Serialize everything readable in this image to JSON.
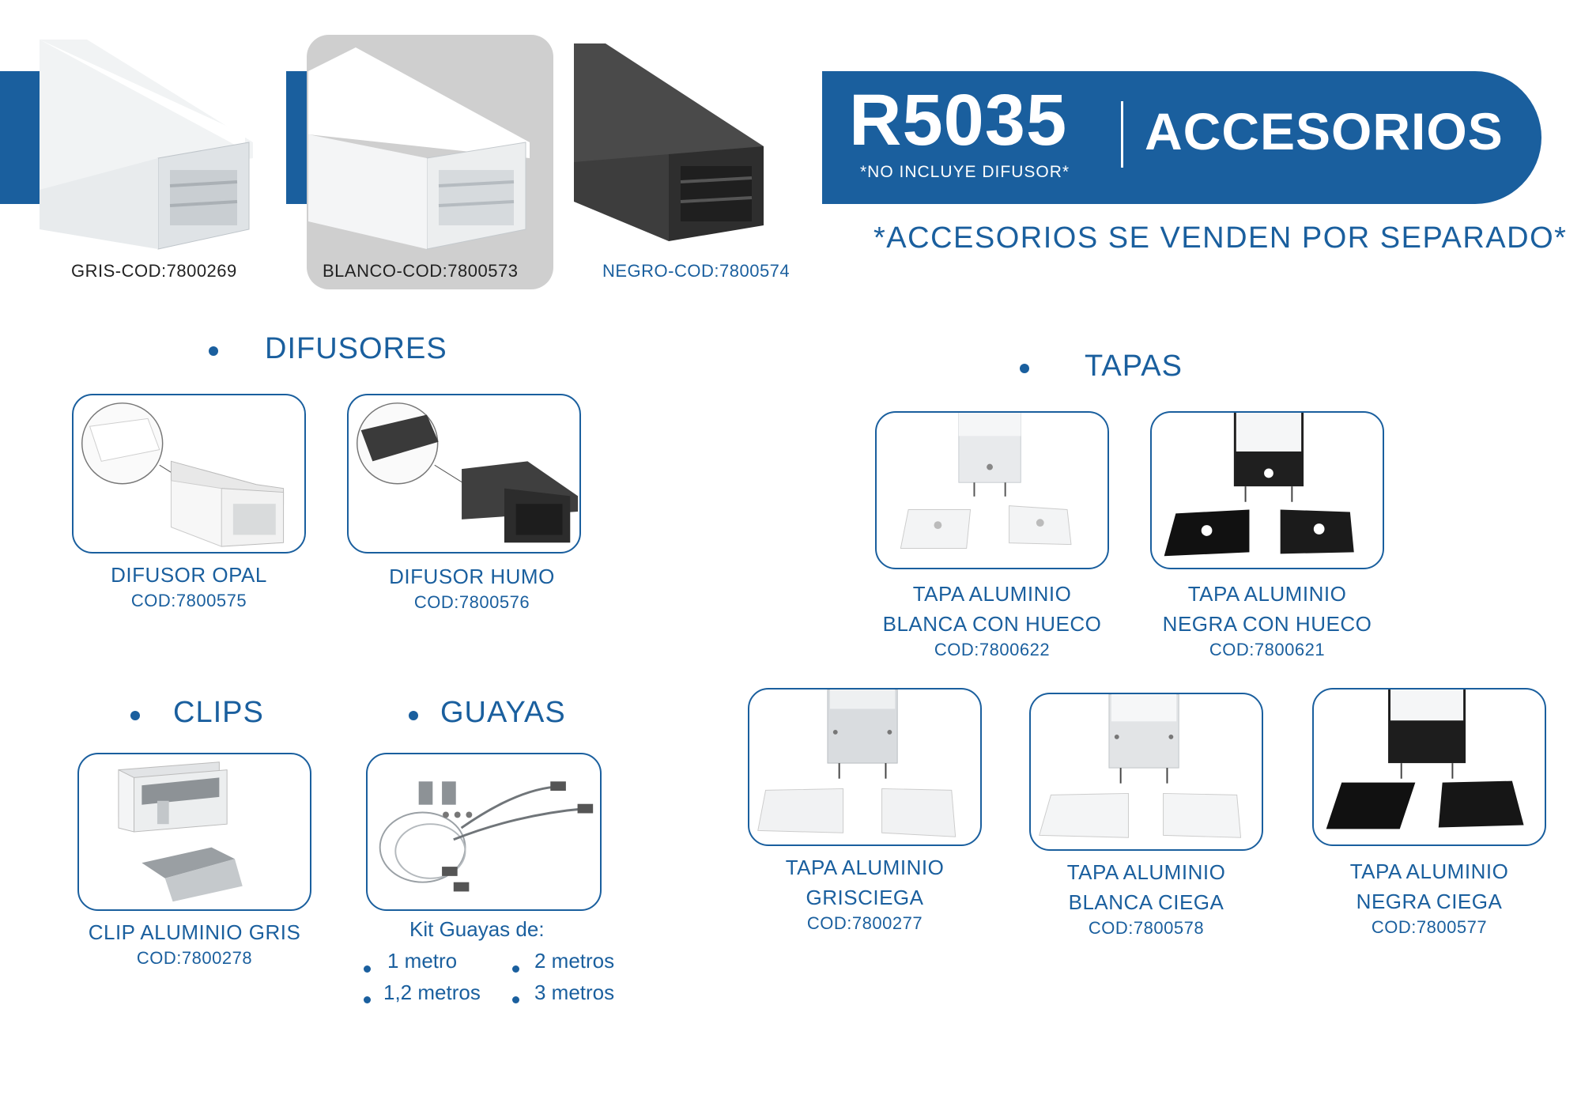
{
  "header": {
    "model": "R5035",
    "model_note": "*NO INCLUYE DIFUSOR*",
    "title": "ACCESORIOS",
    "subtitle": "*ACCESORIOS SE VENDEN POR SEPARADO*"
  },
  "products": [
    {
      "label": "GRIS-COD:7800269",
      "color_name": "gris",
      "profile_color": "#e9ecee"
    },
    {
      "label": "BLANCO-COD:7800573",
      "color_name": "blanco",
      "profile_color": "#fafafa"
    },
    {
      "label": "NEGRO-COD:7800574",
      "color_name": "negro",
      "profile_color": "#3a3a3a"
    }
  ],
  "sections": {
    "difusores": "DIFUSORES",
    "tapas": "TAPAS",
    "clips": "CLIPS",
    "guayas": "GUAYAS"
  },
  "difusores": [
    {
      "name": "DIFUSOR OPAL",
      "code": "COD:7800575"
    },
    {
      "name": "DIFUSOR HUMO",
      "code": "COD:7800576"
    }
  ],
  "clips": [
    {
      "name": "CLIP ALUMINIO GRIS",
      "code": "COD:7800278"
    }
  ],
  "guayas": {
    "kit_title": "Kit Guayas de:",
    "options": [
      "1 metro",
      "2 metros",
      "1,2 metros",
      "3 metros"
    ]
  },
  "tapas": [
    {
      "line1": "TAPA ALUMINIO",
      "line2": "BLANCA CON HUECO",
      "code": "COD:7800622"
    },
    {
      "line1": "TAPA ALUMINIO",
      "line2": "NEGRA CON HUECO",
      "code": "COD:7800621"
    },
    {
      "line1": "TAPA ALUMINIO",
      "line2": "GRISCIEGA",
      "code": "COD:7800277"
    },
    {
      "line1": "TAPA ALUMINIO",
      "line2": "BLANCA CIEGA",
      "code": "COD:7800578"
    },
    {
      "line1": "TAPA ALUMINIO",
      "line2": "NEGRA CIEGA",
      "code": "COD:7800577"
    }
  ],
  "colors": {
    "brand_blue": "#1a5f9e",
    "product_label_neutral": "#222222"
  }
}
